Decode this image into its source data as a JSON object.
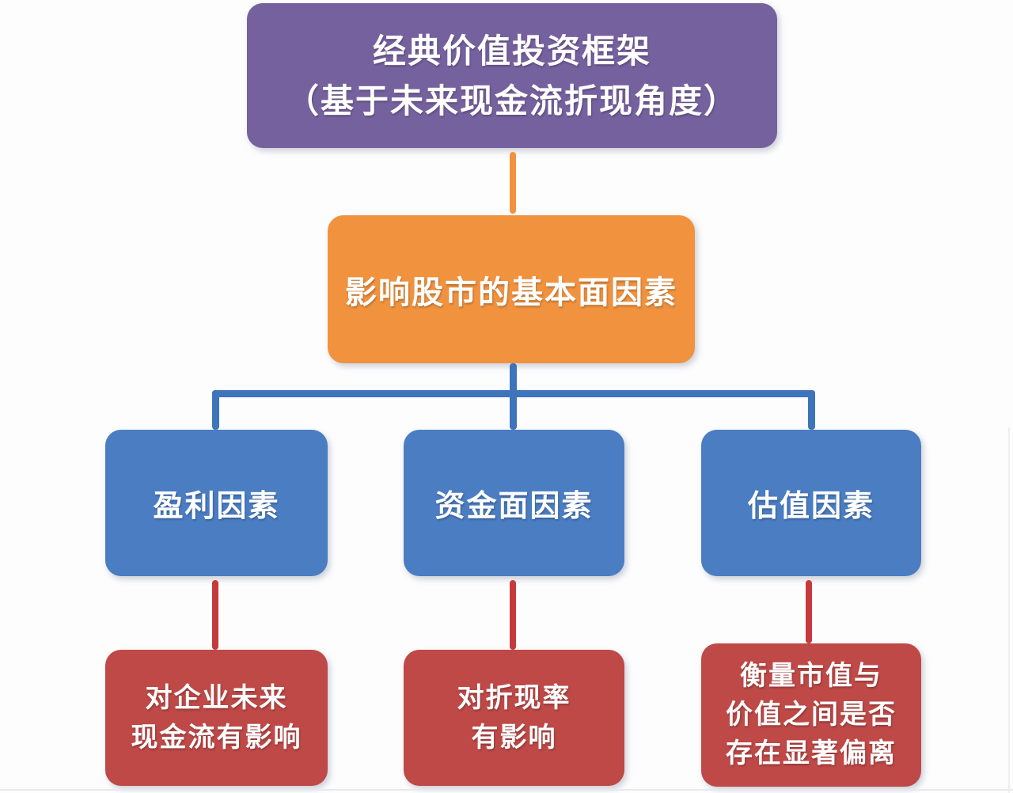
{
  "diagram": {
    "root": {
      "lines": [
        "经典价值投资框架",
        "（基于未来现金流折现角度）"
      ]
    },
    "mid": {
      "label": "影响股市的基本面因素"
    },
    "branches": [
      {
        "factor": "盈利因素",
        "effect_lines": [
          "对企业未来",
          "现金流有影响"
        ]
      },
      {
        "factor": "资金面因素",
        "effect_lines": [
          "对折现率",
          "有影响"
        ]
      },
      {
        "factor": "估值因素",
        "effect_lines": [
          "衡量市值与",
          "价值之间是否",
          "存在显著偏离"
        ]
      }
    ]
  },
  "theme": {
    "background": "#FDFDFE",
    "purple": "#76619F",
    "orange": "#F0923E",
    "blue": "#4A7DC2",
    "red": "#BE4947",
    "connector_orange": "#F0923E",
    "connector_blue": "#3E74BB",
    "connector_red": "#C53B3D",
    "text": "#FFFFFF"
  }
}
